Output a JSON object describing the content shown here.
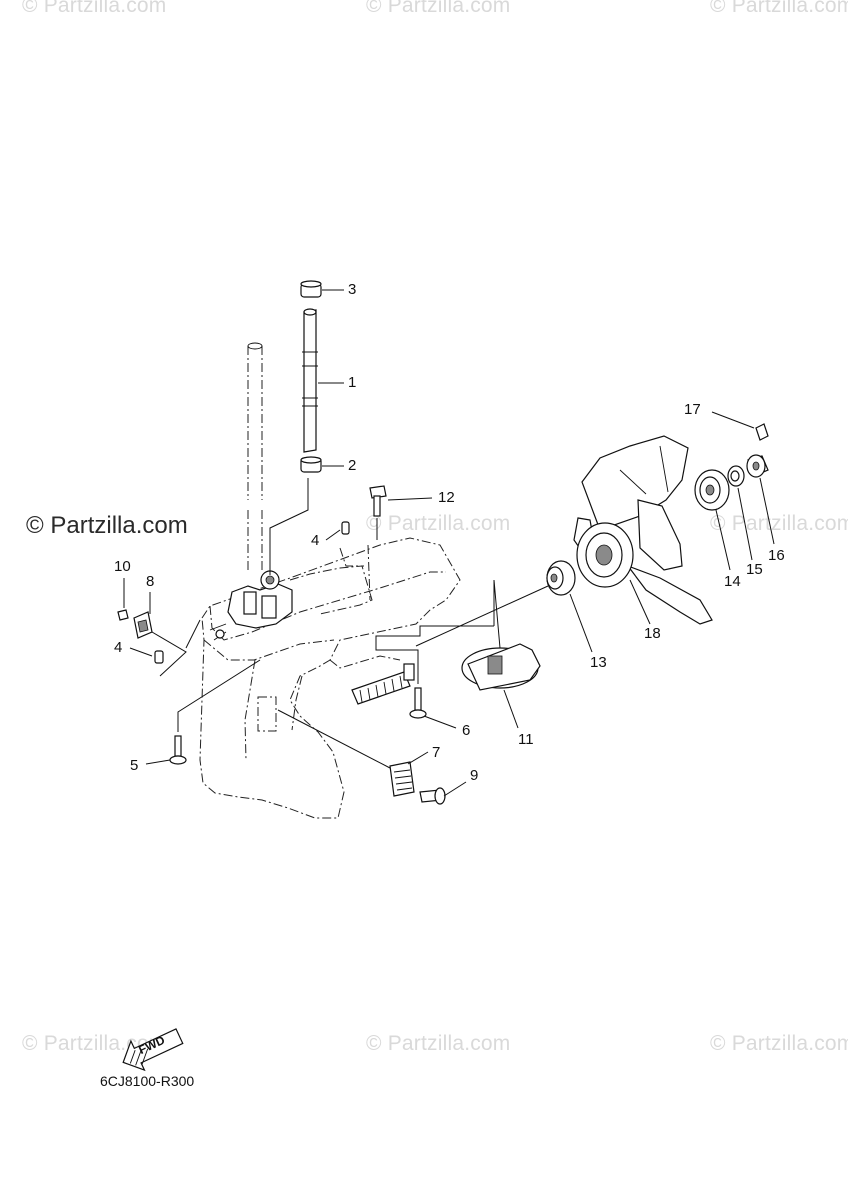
{
  "watermarks": {
    "text": "© Partzilla.com",
    "main": "© Partzilla.com"
  },
  "diagram_code": "6CJ8100-R300",
  "fwd_label": "FWD",
  "callouts": [
    {
      "id": "1",
      "label": "1"
    },
    {
      "id": "2",
      "label": "2"
    },
    {
      "id": "3",
      "label": "3"
    },
    {
      "id": "4a",
      "label": "4"
    },
    {
      "id": "4b",
      "label": "4"
    },
    {
      "id": "5",
      "label": "5"
    },
    {
      "id": "6",
      "label": "6"
    },
    {
      "id": "7",
      "label": "7"
    },
    {
      "id": "8",
      "label": "8"
    },
    {
      "id": "9",
      "label": "9"
    },
    {
      "id": "10",
      "label": "10"
    },
    {
      "id": "11",
      "label": "11"
    },
    {
      "id": "12",
      "label": "12"
    },
    {
      "id": "13",
      "label": "13"
    },
    {
      "id": "14",
      "label": "14"
    },
    {
      "id": "15",
      "label": "15"
    },
    {
      "id": "16",
      "label": "16"
    },
    {
      "id": "17",
      "label": "17"
    },
    {
      "id": "18",
      "label": "18"
    }
  ]
}
